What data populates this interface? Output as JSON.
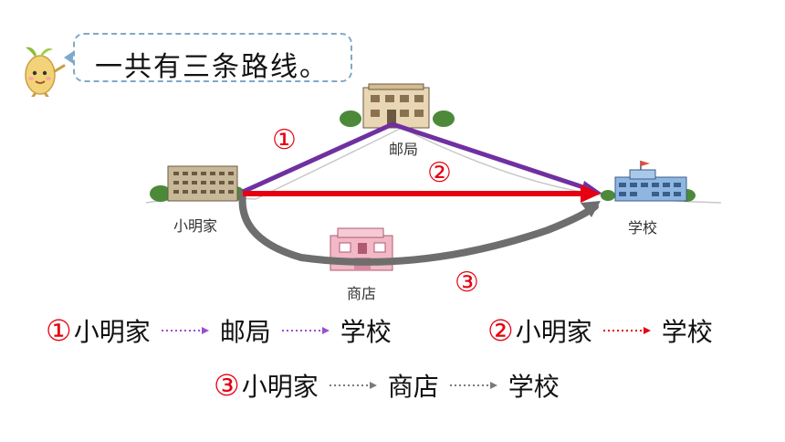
{
  "speech": {
    "text": "一共有三条路线。"
  },
  "places": {
    "home": "小明家",
    "post_office": "邮局",
    "school": "学校",
    "store": "商店"
  },
  "routes": {
    "r1_label": "①",
    "r2_label": "②",
    "r3_label": "③"
  },
  "legend": {
    "route1": {
      "num": "①",
      "stops": [
        "小明家",
        "邮局",
        "学校"
      ]
    },
    "route2": {
      "num": "②",
      "stops": [
        "小明家",
        "学校"
      ]
    },
    "route3": {
      "num": "③",
      "stops": [
        "小明家",
        "商店",
        "学校"
      ]
    }
  },
  "colors": {
    "route1": "#7030a0",
    "route2": "#e60012",
    "route3": "#6e6e6e",
    "route1_legend": "#9b4fd0"
  }
}
